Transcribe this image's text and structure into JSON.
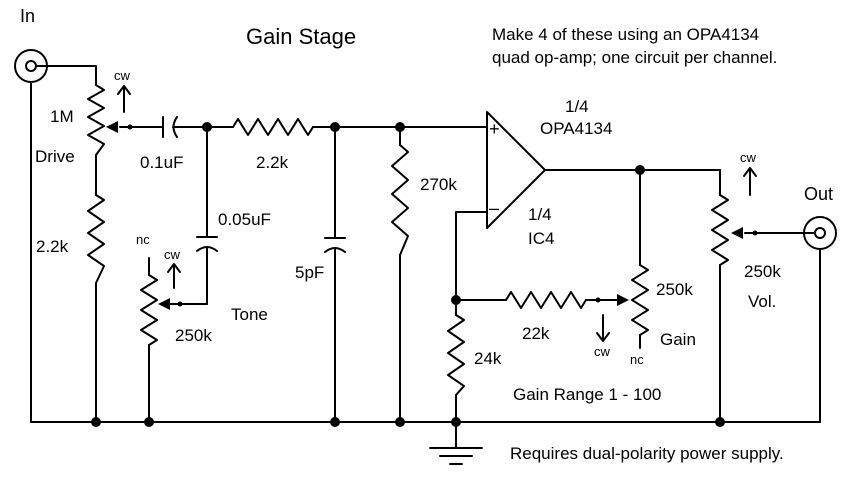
{
  "title": "Gain Stage",
  "note": {
    "line1": "Make 4 of these using an OPA4134",
    "line2": "quad op-amp; one circuit per channel."
  },
  "footer": "Requires dual-polarity power supply.",
  "gain_range": "Gain Range 1 - 100",
  "ports": {
    "input": "In",
    "output": "Out"
  },
  "opamp": {
    "label_top_1": "1/4",
    "label_top_2": "OPA4134",
    "label_mid_1": "1/4",
    "label_mid_2": "IC4",
    "plus": "+",
    "minus": "–"
  },
  "components": {
    "drive_pot_value": "1M",
    "drive_pot_name": "Drive",
    "r_drive_bottom": "2.2k",
    "c_input": "0.1uF",
    "r_series": "2.2k",
    "c_tone": "0.05uF",
    "tone_pot_value": "250k",
    "tone_pot_name": "Tone",
    "c_5pf": "5pF",
    "r_270k": "270k",
    "r_24k": "24k",
    "r_22k": "22k",
    "gain_pot_value": "250k",
    "gain_pot_name": "Gain",
    "vol_pot_value": "250k",
    "vol_pot_name": "Vol."
  },
  "markers": {
    "cw_drive": "cw",
    "cw_tone": "cw",
    "nc_tone": "nc",
    "cw_gain": "cw",
    "nc_gain": "nc",
    "cw_vol": "cw"
  }
}
